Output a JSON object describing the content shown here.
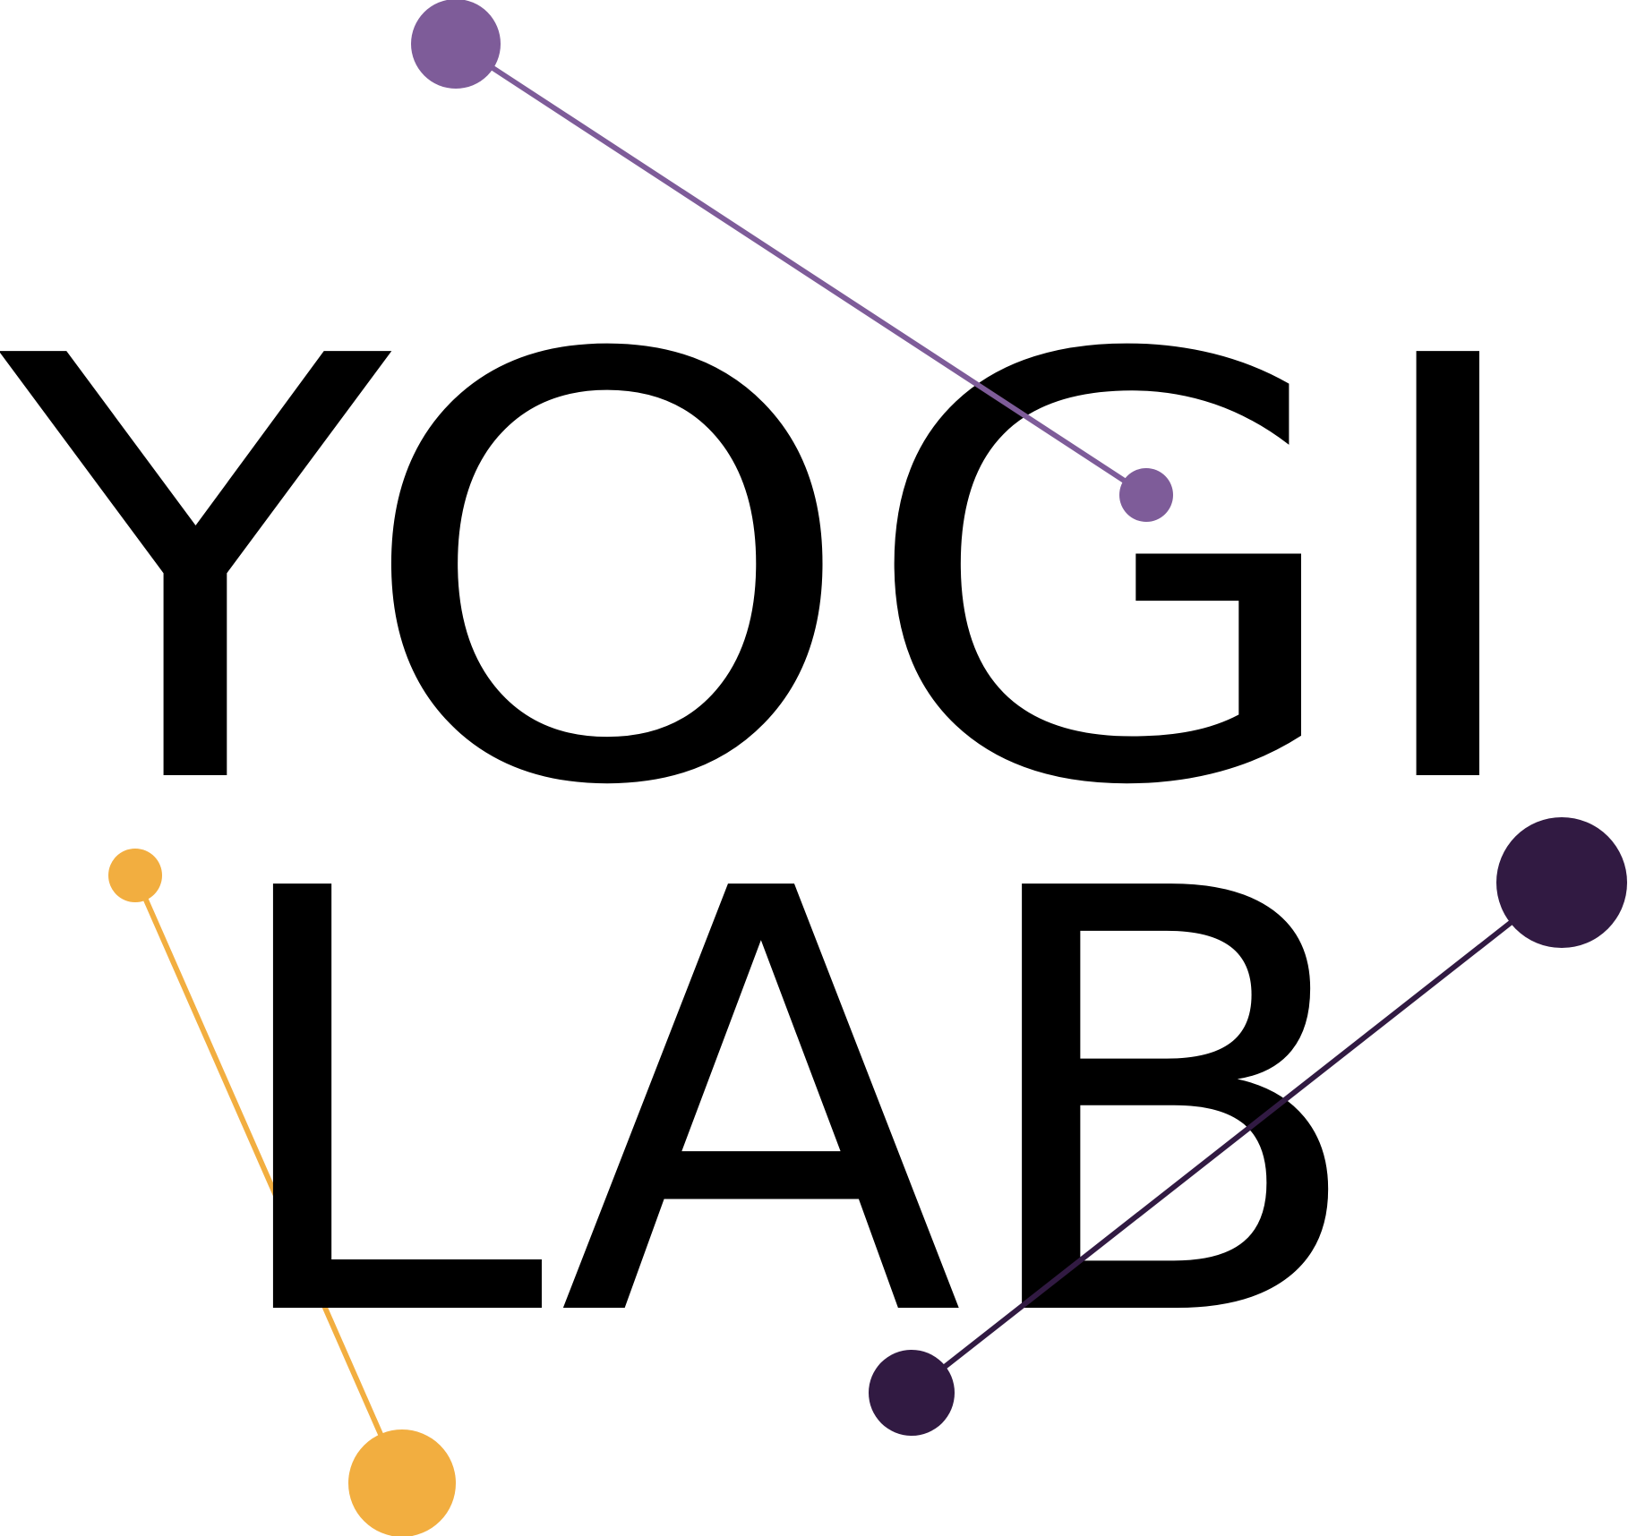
{
  "logo": {
    "line1": "YOGI",
    "line2": "LAB",
    "colors": {
      "text": "#000000",
      "purple": "#7E5C99",
      "orange": "#F2AE40",
      "dark_purple": "#311A42",
      "background": "#FFFFFF"
    },
    "decorations": [
      {
        "name": "purple-molecule",
        "color": "purple"
      },
      {
        "name": "orange-molecule",
        "color": "orange"
      },
      {
        "name": "dark-purple-molecule",
        "color": "dark_purple"
      }
    ]
  }
}
